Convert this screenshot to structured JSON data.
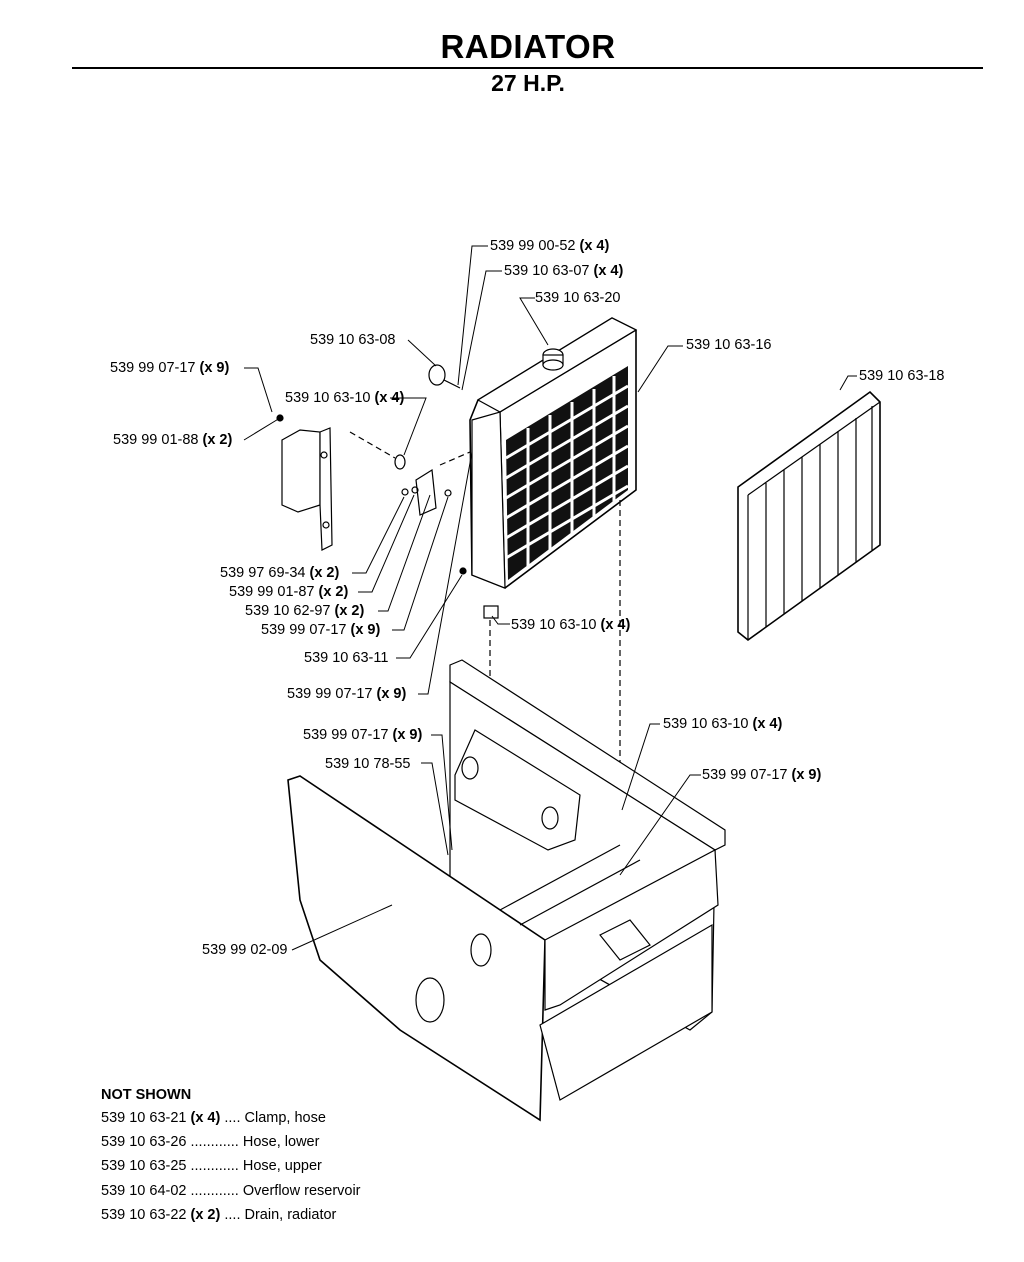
{
  "page": {
    "title": "RADIATOR",
    "subtitle": "27 H.P."
  },
  "callouts": [
    {
      "id": "c1",
      "part": "539 99 00-52",
      "qty": "(x 4)"
    },
    {
      "id": "c2",
      "part": "539 10 63-07",
      "qty": "(x 4)"
    },
    {
      "id": "c3",
      "part": "539 10 63-20",
      "qty": ""
    },
    {
      "id": "c4",
      "part": "539 10 63-08",
      "qty": ""
    },
    {
      "id": "c5",
      "part": "539 10 63-16",
      "qty": ""
    },
    {
      "id": "c6",
      "part": "539 99 07-17",
      "qty": "(x 9)"
    },
    {
      "id": "c7",
      "part": "539 10 63-10",
      "qty": "(x 4)"
    },
    {
      "id": "c8",
      "part": "539 10 63-18",
      "qty": ""
    },
    {
      "id": "c9",
      "part": "539 99 01-88",
      "qty": "(x 2)"
    },
    {
      "id": "c10",
      "part": "539 97 69-34",
      "qty": "(x 2)"
    },
    {
      "id": "c11",
      "part": "539 99 01-87",
      "qty": "(x 2)"
    },
    {
      "id": "c12",
      "part": "539 10 62-97",
      "qty": "(x 2)"
    },
    {
      "id": "c13",
      "part": "539 99 07-17",
      "qty": "(x 9)"
    },
    {
      "id": "c14",
      "part": "539 10 63-10",
      "qty": "(x 4)"
    },
    {
      "id": "c15",
      "part": "539 10 63-11",
      "qty": ""
    },
    {
      "id": "c16",
      "part": "539 99 07-17",
      "qty": "(x 9)"
    },
    {
      "id": "c17",
      "part": "539 10 63-10",
      "qty": "(x 4)"
    },
    {
      "id": "c18",
      "part": "539 99 07-17",
      "qty": "(x 9)"
    },
    {
      "id": "c19",
      "part": "539 10 78-55",
      "qty": ""
    },
    {
      "id": "c20",
      "part": "539 99 07-17",
      "qty": "(x 9)"
    },
    {
      "id": "c21",
      "part": "539 99 02-09",
      "qty": ""
    }
  ],
  "not_shown": {
    "title": "NOT SHOWN",
    "items": [
      {
        "part": "539 10 63-21",
        "qty": "(x 4)",
        "leader": " .... ",
        "desc": "Clamp, hose"
      },
      {
        "part": "539 10 63-26",
        "qty": "",
        "leader": " ............ ",
        "desc": "Hose, lower"
      },
      {
        "part": "539 10 63-25",
        "qty": "",
        "leader": " ............ ",
        "desc": "Hose, upper"
      },
      {
        "part": "539 10 64-02",
        "qty": "",
        "leader": " ............ ",
        "desc": "Overflow reservoir"
      },
      {
        "part": "539 10 63-22",
        "qty": "(x 2)",
        "leader": " .... ",
        "desc": "Drain, radiator"
      }
    ]
  }
}
